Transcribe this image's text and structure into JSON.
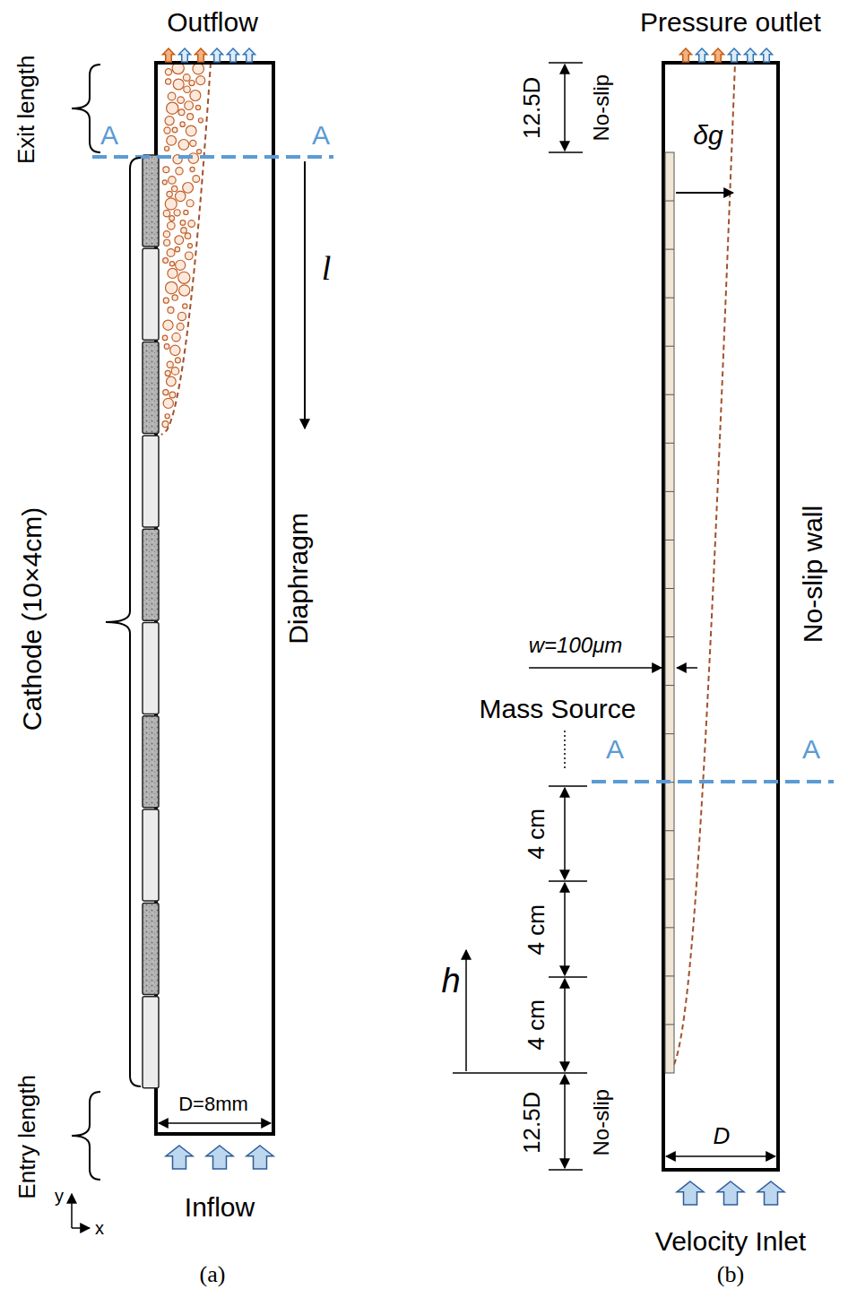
{
  "diagram": {
    "labels": [
      "Outflow",
      "Exit length",
      "A",
      "A",
      "l",
      "Cathode (10×4cm)",
      "Diaphragm",
      "Entry length",
      "D=8mm",
      "y",
      "x",
      "Inflow",
      "(a)",
      "Pressure outlet",
      "12.5D",
      "No-slip",
      "δg",
      "w=100μm",
      "Mass Source",
      "No-slip wall",
      "A",
      "A",
      "4 cm",
      "4 cm",
      "4 cm",
      "h",
      "12.5D",
      "No-slip",
      "D",
      "Velocity Inlet",
      "(b)"
    ]
  }
}
